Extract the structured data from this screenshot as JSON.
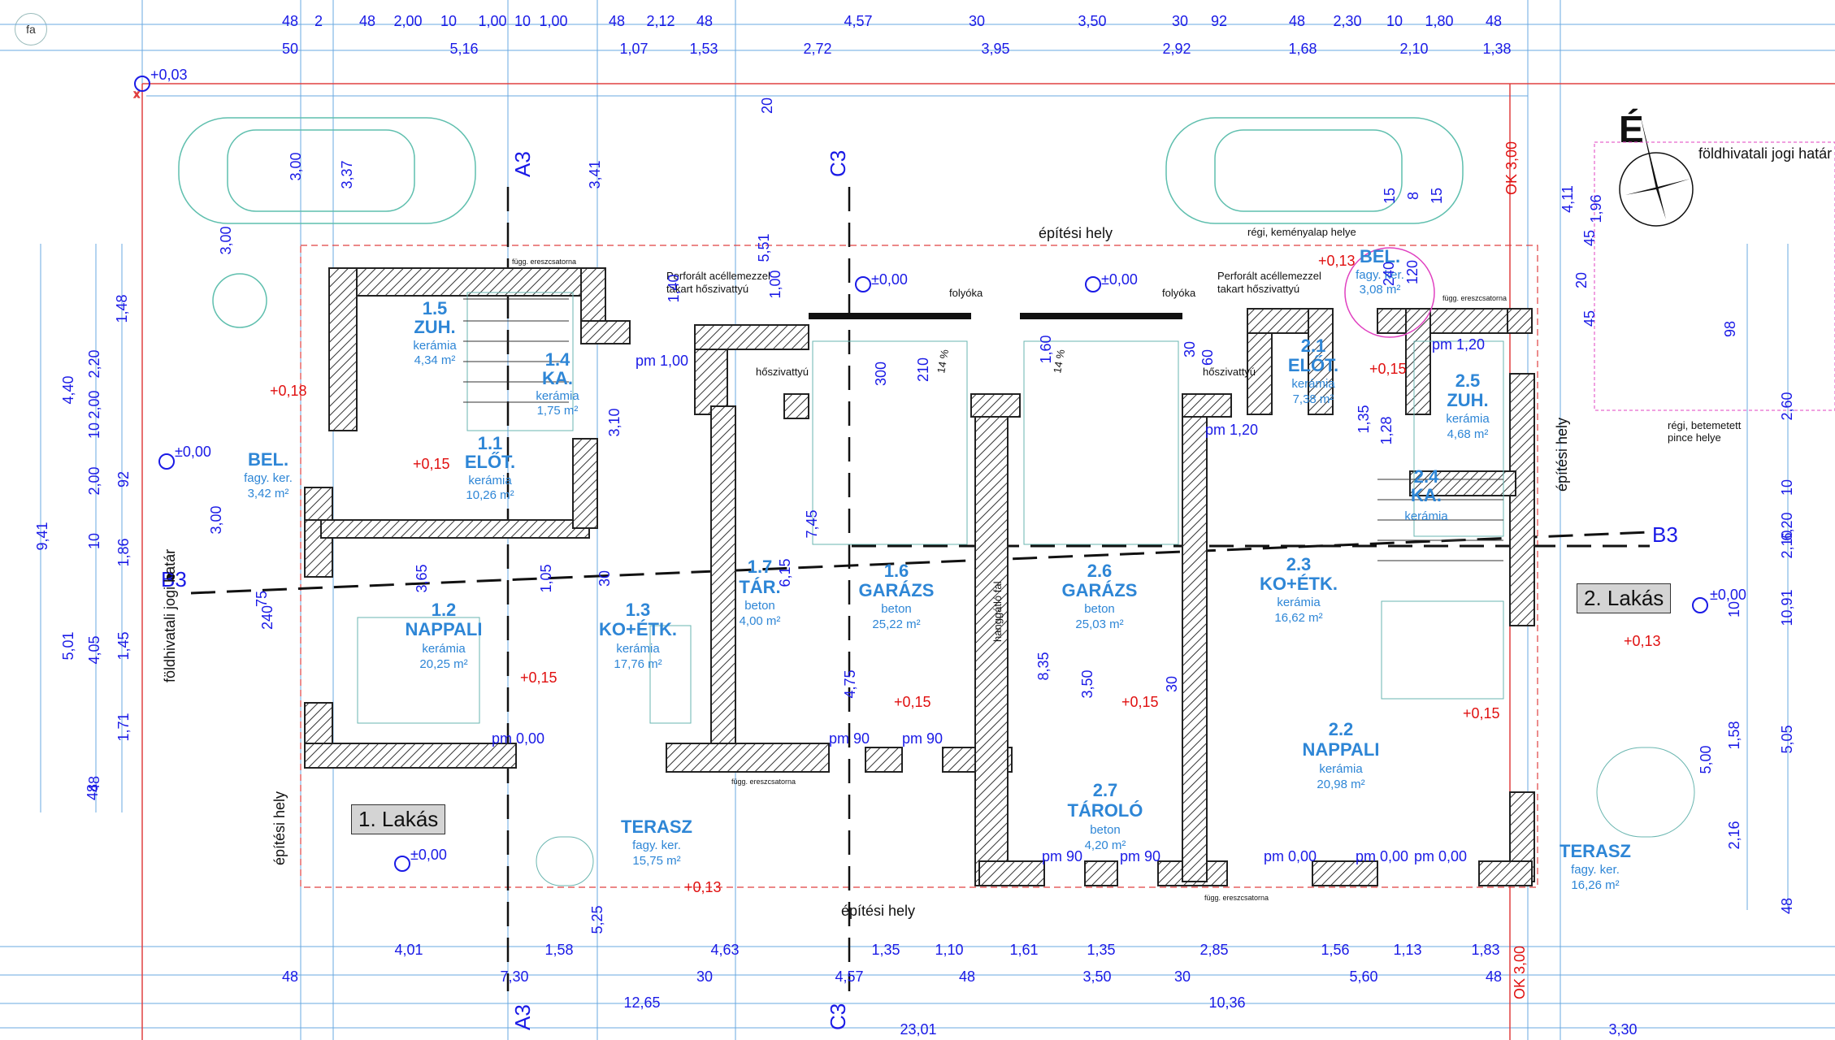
{
  "badge": "fa",
  "apartments": {
    "a1": "1. Lakás",
    "a2": "2. Lakás"
  },
  "rooms": [
    {
      "id": "1.5",
      "name": "ZUH.",
      "material": "kerámia",
      "area": "4,34 m²"
    },
    {
      "id": "1.4",
      "name": "KA.",
      "material": "kerámia",
      "area": "1,75 m²"
    },
    {
      "id": "1.1",
      "name": "ELŐT.",
      "material": "kerámia",
      "area": "10,26 m²"
    },
    {
      "id": "",
      "name": "BEL.",
      "material": "fagy. ker.",
      "area": "3,42 m²"
    },
    {
      "id": "1.2",
      "name": "NAPPALI",
      "material": "kerámia",
      "area": "20,25 m²"
    },
    {
      "id": "1.3",
      "name": "KO+ÉTK.",
      "material": "kerámia",
      "area": "17,76 m²"
    },
    {
      "id": "1.7",
      "name": "TÁR.",
      "material": "beton",
      "area": "4,00 m²"
    },
    {
      "id": "1.6",
      "name": "GARÁZS",
      "material": "beton",
      "area": "25,22 m²"
    },
    {
      "id": "2.6",
      "name": "GARÁZS",
      "material": "beton",
      "area": "25,03 m²"
    },
    {
      "id": "2.7",
      "name": "TÁROLÓ",
      "material": "beton",
      "area": "4,20 m²"
    },
    {
      "id": "2.1",
      "name": "ELŐT.",
      "material": "kerámia",
      "area": "7,38 m²"
    },
    {
      "id": "2.5",
      "name": "ZUH.",
      "material": "kerámia",
      "area": "4,68 m²"
    },
    {
      "id": "2.4",
      "name": "KA.",
      "material": "kerámia",
      "area": ""
    },
    {
      "id": "2.3",
      "name": "KO+ÉTK.",
      "material": "kerámia",
      "area": "16,62 m²"
    },
    {
      "id": "2.2",
      "name": "NAPPALI",
      "material": "kerámia",
      "area": "20,98 m²"
    },
    {
      "id": "",
      "name": "BEL.",
      "material": "fagy. ker.",
      "area": "3,08 m²"
    },
    {
      "id": "",
      "name": "TERASZ",
      "material": "fagy. ker.",
      "area": "15,75 m²"
    },
    {
      "id": "",
      "name": "TERASZ",
      "material": "fagy. ker.",
      "area": "16,26 m²"
    }
  ],
  "notes": {
    "epitesi_hely": "építési hely",
    "foldhivatali": "földhivatali jogi határ",
    "perforalt1": "Perforált acéllemezzel",
    "perforalt2": "takart hőszivattyú",
    "folyoka": "folyóka",
    "regi_kemeny": "régi, keményalap helye",
    "regi_pince1": "régi, betemetett",
    "regi_pince2": "pince helye",
    "hangszigetelo": "hanggátló fal",
    "hoszivattyu": "hőszivattyú",
    "fugg_ereszcsatorna": "függ. ereszcsatorna",
    "north": "É"
  },
  "axes": {
    "a3": "A3",
    "c3": "C3",
    "b3": "B3"
  },
  "levels": {
    "l003": "+0,03",
    "l000": "±0,00",
    "l015": "+0,15",
    "l013": "+0,13",
    "l018": "+0,18",
    "pm000": "pm 0,00",
    "pm090": "pm 90",
    "pm120": "pm 1,20",
    "pm100": "pm 1,00",
    "ok300": "OK 3,00",
    "p14": "14 %"
  },
  "dims": {
    "top1": [
      "48",
      "2",
      "48",
      "2,00",
      "10",
      "1,00",
      "10",
      "1,00",
      "48",
      "2,12",
      "48",
      "4,57",
      "30",
      "3,50",
      "30",
      "92",
      "48",
      "2,30",
      "10",
      "1,80",
      "48"
    ],
    "top2": [
      "50",
      "5,16",
      "1,07",
      "1,53",
      "2,72",
      "3,95",
      "2,92",
      "1,68",
      "2,10",
      "1,38"
    ],
    "bot1": [
      "4,01",
      "1,58",
      "4,63",
      "1,35",
      "1,10",
      "1,61",
      "1,35",
      "2,85",
      "1,56",
      "1,13",
      "1,83"
    ],
    "bot2": [
      "48",
      "7,30",
      "30",
      "4,57",
      "48",
      "3,50",
      "30",
      "5,60",
      "48"
    ],
    "bot3": [
      "12,65",
      "10,36"
    ],
    "bot4": [
      "23,01",
      "3,30"
    ],
    "left": [
      "48",
      "1,48",
      "2,20",
      "2,00",
      "4,40",
      "10",
      "92",
      "2,00",
      "10",
      "1,86",
      "1,45",
      "4,05",
      "5,01",
      "1,71",
      "48",
      "9,41"
    ],
    "right": [
      "4,11",
      "1,96",
      "45",
      "20",
      "45",
      "98",
      "2,60",
      "10",
      "6,20",
      "2,10",
      "10",
      "10,91",
      "1,58",
      "5,00",
      "5,05",
      "2,16",
      "48"
    ],
    "misc": [
      "3,00",
      "3,37",
      "3,41",
      "5,51",
      "20",
      "3,00",
      "3,65",
      "1,05",
      "30",
      "75",
      "240",
      "3,00",
      "5,25",
      "4,75",
      "3,50",
      "30",
      "8,35",
      "1,00",
      "1,40",
      "120",
      "7,45",
      "6,15",
      "3,10",
      "300",
      "210",
      "1,60",
      "30",
      "60",
      "240",
      "1,35",
      "1,28",
      "15",
      "8",
      "15"
    ]
  }
}
